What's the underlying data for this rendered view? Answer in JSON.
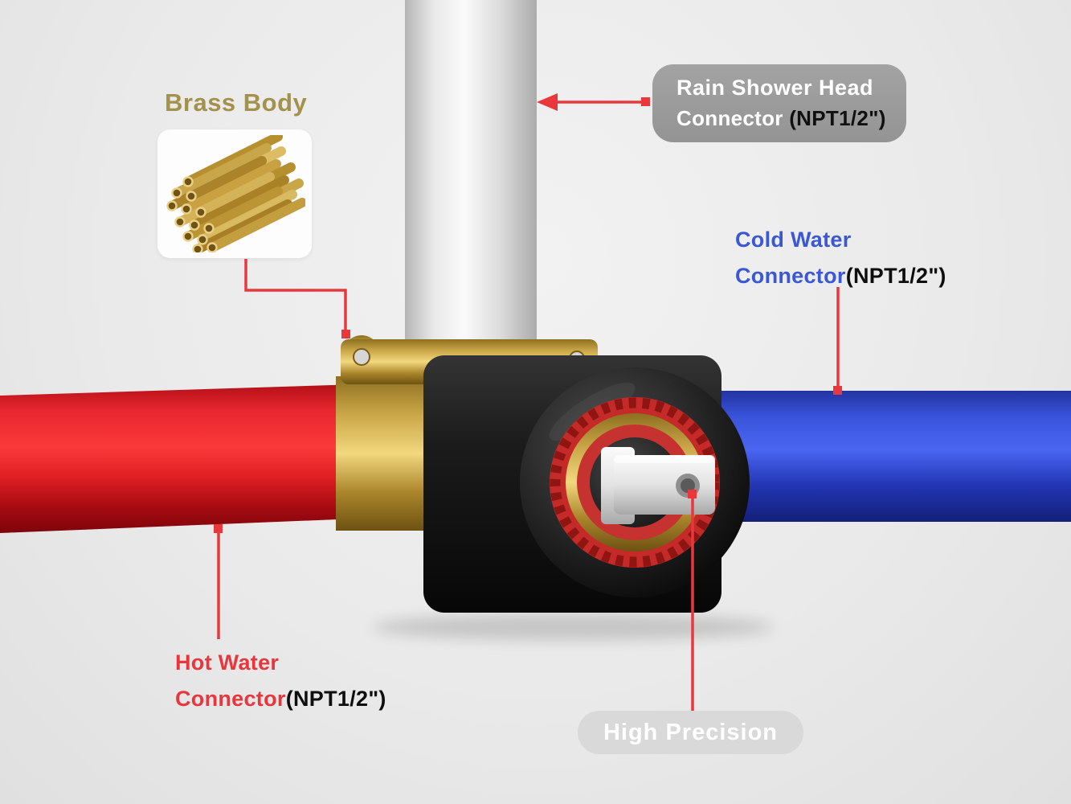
{
  "labels": {
    "brass_body": {
      "title": "Brass Body",
      "icon": "brass-rods-image",
      "text_color": "#a3914c"
    },
    "rain_shower_head": {
      "line1": "Rain Shower Head",
      "line2_name": "Connector",
      "line2_spec": " (NPT1/2\")",
      "name_color": "#ffffff",
      "spec_color": "#101010",
      "pill_color": "#9b9b9b"
    },
    "cold_water": {
      "line1": "Cold Water",
      "line2_name": "Connector",
      "line2_spec": "(NPT1/2\")",
      "name_color": "#3a57d4",
      "spec_color": "#0e0e0e"
    },
    "hot_water": {
      "line1": "Hot Water",
      "line2_name": "Connector",
      "line2_spec": "(NPT1/2\")",
      "name_color": "#e8363c",
      "spec_color": "#0e0e0e"
    },
    "high_precision": {
      "title": "High Precision",
      "text_color": "#ffffff",
      "pill_color": "#d9d9d9"
    }
  },
  "colors": {
    "background": "#e9e9e9",
    "callout_accent": "#e8383c",
    "hot_pipe": "#e8222a",
    "cold_pipe": "#3a54da",
    "shower_pipe": "#ededed",
    "brass": "#d9b85c",
    "valve_body": "#151515",
    "cartridge_red": "#c42a27",
    "stem_gray": "#e3e3e3"
  },
  "parts": {
    "top": "rain-shower-pipe",
    "left": "hot-water-pipe",
    "right": "cold-water-pipe",
    "center": "valve-body-with-cartridge"
  }
}
